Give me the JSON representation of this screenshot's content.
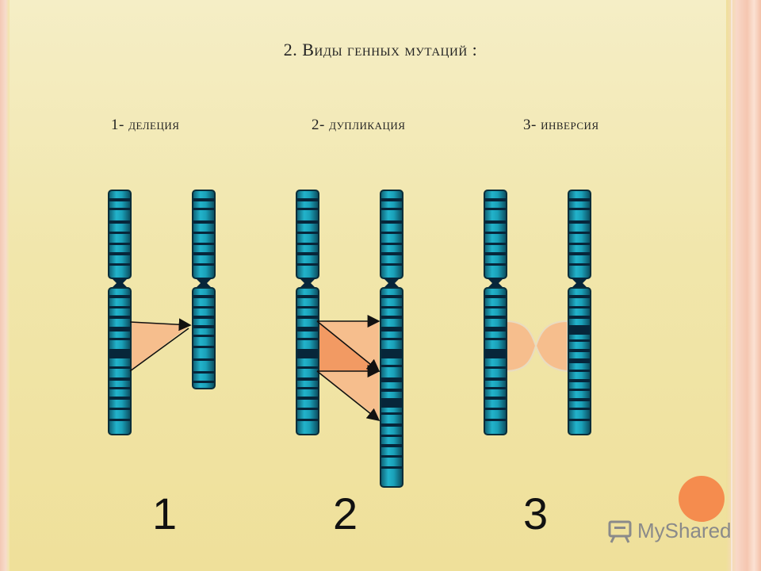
{
  "title": {
    "number": "2.",
    "text": "Виды генных мутаций :"
  },
  "labels": [
    "1- делеция",
    "2- дупликация",
    "3- инверсия"
  ],
  "panel_numbers": [
    "1",
    "2",
    "3"
  ],
  "watermark": "MyShared",
  "colors": {
    "chromosome": "#1aa0b8",
    "chromosome_dark": "#0e5b6e",
    "band": "#07263a",
    "highlight": "#f6be8d",
    "highlight_strong": "#f29a63",
    "logo": "#f58c4e"
  }
}
